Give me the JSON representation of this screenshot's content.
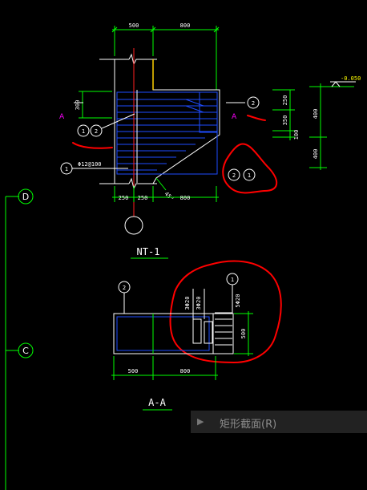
{
  "drawing": {
    "title_elevation": "NT-1",
    "title_section": "A-A",
    "elevation_level": "-0.050",
    "grid_axes": [
      "D",
      "C"
    ],
    "section_mark": "A",
    "top_dims": [
      "500",
      "800"
    ],
    "bottom_dims": [
      "250",
      "250",
      "800"
    ],
    "left_dims": [
      "300"
    ],
    "right_dims": [
      "250",
      "350",
      "100"
    ],
    "far_right_dims": [
      "400",
      "400"
    ],
    "rebar_note": "Φ12@100",
    "angle_note": "45°",
    "section_bottom_dims": [
      "500",
      "800"
    ],
    "section_side_dim": "500",
    "section_rebar_notes": [
      "3Φ20",
      "3Φ20",
      "5Φ20"
    ],
    "callouts": {
      "c1": "1",
      "c2": "2"
    }
  },
  "tooltip": {
    "label": "矩形截面(R)"
  },
  "colors": {
    "background": "#000000",
    "dimension": "#00ff00",
    "outline": "#ffffff",
    "rebar": "#1e4cff",
    "axis": "#ff2020",
    "annotation_red": "#ff0000",
    "section_mark": "#ff00ff",
    "leader": "#ffff00"
  }
}
